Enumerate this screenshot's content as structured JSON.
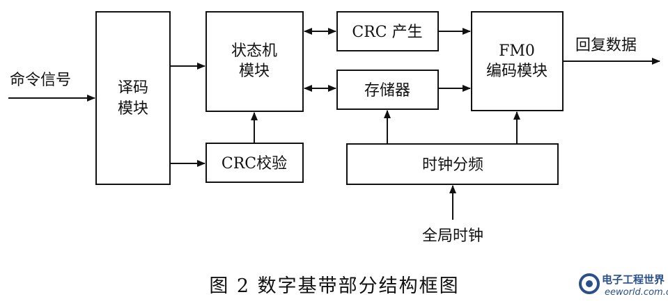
{
  "nodes": {
    "decoder": {
      "line1": "译码",
      "line2": "模块"
    },
    "state_machine": {
      "line1": "状态机",
      "line2": "模块"
    },
    "crc_check": {
      "label": "CRC校验"
    },
    "crc_gen": {
      "label": "CRC 产生"
    },
    "memory": {
      "label": "存储器"
    },
    "fm0": {
      "line1": "FM0",
      "line2": "编码模块"
    },
    "clock_div": {
      "label": "时钟分频"
    }
  },
  "io": {
    "input_label": "命令信号",
    "output_label": "回复数据",
    "clock_label": "全局时钟"
  },
  "caption": "图 2   数字基带部分结构框图",
  "watermark": {
    "brand": "电子工程世界",
    "site": "eeworld.com.cn"
  },
  "colors": {
    "line": "#111111",
    "watermark": "#2a4f8a"
  }
}
